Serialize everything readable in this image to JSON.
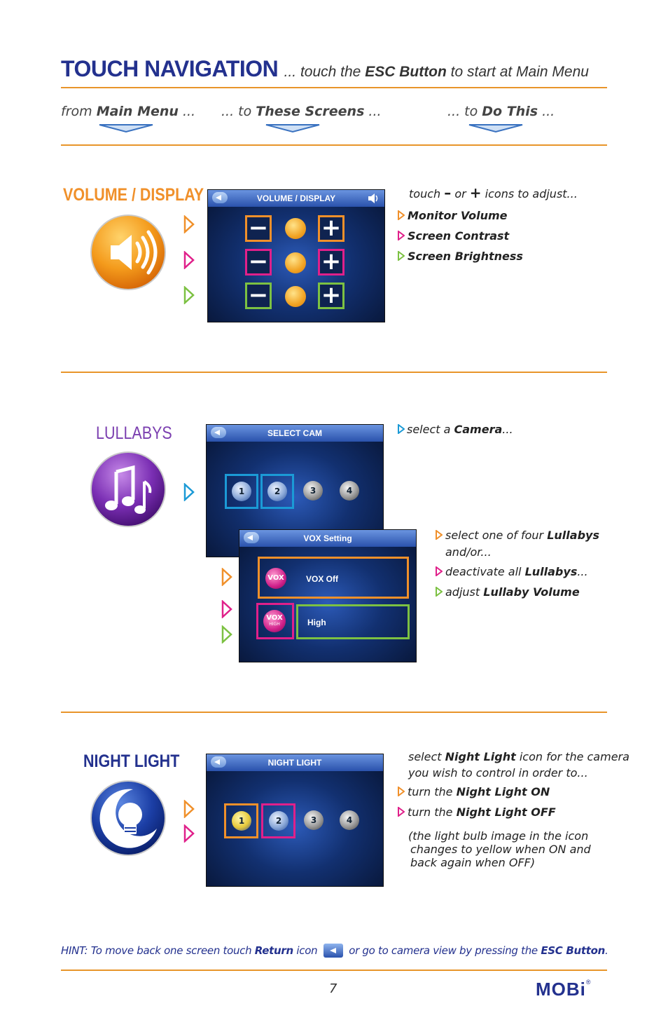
{
  "header": {
    "title": "TOUCH NAVIGATION",
    "subtitle_pre": "... touch the ",
    "subtitle_bold": "ESC Button",
    "subtitle_post": " to start at Main Menu"
  },
  "columns": {
    "col1_pre": "from ",
    "col1_bold": "Main Menu",
    "col1_post": " ...",
    "col2_pre": "... to ",
    "col2_bold": "These Screens",
    "col2_post": " ...",
    "col3_pre": "... to ",
    "col3_bold": "Do This",
    "col3_post": " ..."
  },
  "volume": {
    "title": "VOLUME / DISPLAY",
    "screen_title": "VOLUME / DISPLAY",
    "intro_pre": "touch",
    "minus": "–",
    "intro_or": "or",
    "plus": "+",
    "intro_post": "icons to adjust...",
    "items": [
      "Monitor Volume",
      "Screen Contrast",
      "Screen Brightness"
    ]
  },
  "lullabys": {
    "title": "LULLABYS",
    "screen1_title": "SELECT CAM",
    "screen2_title": "VOX Setting",
    "cams": [
      "1",
      "2",
      "3",
      "4"
    ],
    "vox_off_label": "VOX Off",
    "vox_high_label": "High",
    "vox_icon_text": "VOX",
    "vox_icon_sub": "HIGH",
    "select_pre": "select a ",
    "select_bold": "Camera",
    "select_post": "...",
    "b1_pre": "select one of four ",
    "b1_bold": "Lullabys",
    "b1_post": "and/or...",
    "b2_pre": "deactivate all ",
    "b2_bold": "Lullabys",
    "b2_post": "...",
    "b3_pre": "adjust ",
    "b3_bold": "Lullaby Volume"
  },
  "nightlight": {
    "title": "NIGHT LIGHT",
    "screen_title": "NIGHT LIGHT",
    "cams": [
      "1",
      "2",
      "3",
      "4"
    ],
    "intro_pre": "select ",
    "intro_bold": "Night Light",
    "intro_post": " icon for the camera",
    "intro_line2": "you wish to control in order to...",
    "b1_pre": "turn the ",
    "b1_bold": "Night Light ON",
    "b2_pre": "turn the ",
    "b2_bold": "Night Light OFF",
    "note1": "(the light bulb image in the icon",
    "note2": "changes to yellow when ON and",
    "note3": "back again when OFF)"
  },
  "hint": {
    "pre": "HINT: To move back one screen touch ",
    "bold1": "Return",
    "mid": " icon",
    "post": " or go to camera view by pressing the ",
    "bold2": "ESC Button",
    "end": "."
  },
  "footer": {
    "page_number": "7",
    "logo_text": "MOBi",
    "registered": "®"
  },
  "colors": {
    "accent": "#e8952a",
    "title_blue": "#23318e",
    "orange": "#f0902a",
    "magenta": "#e0208a",
    "green": "#7cc142",
    "cyan": "#1b9ad6",
    "purple": "#7b3fb0"
  }
}
